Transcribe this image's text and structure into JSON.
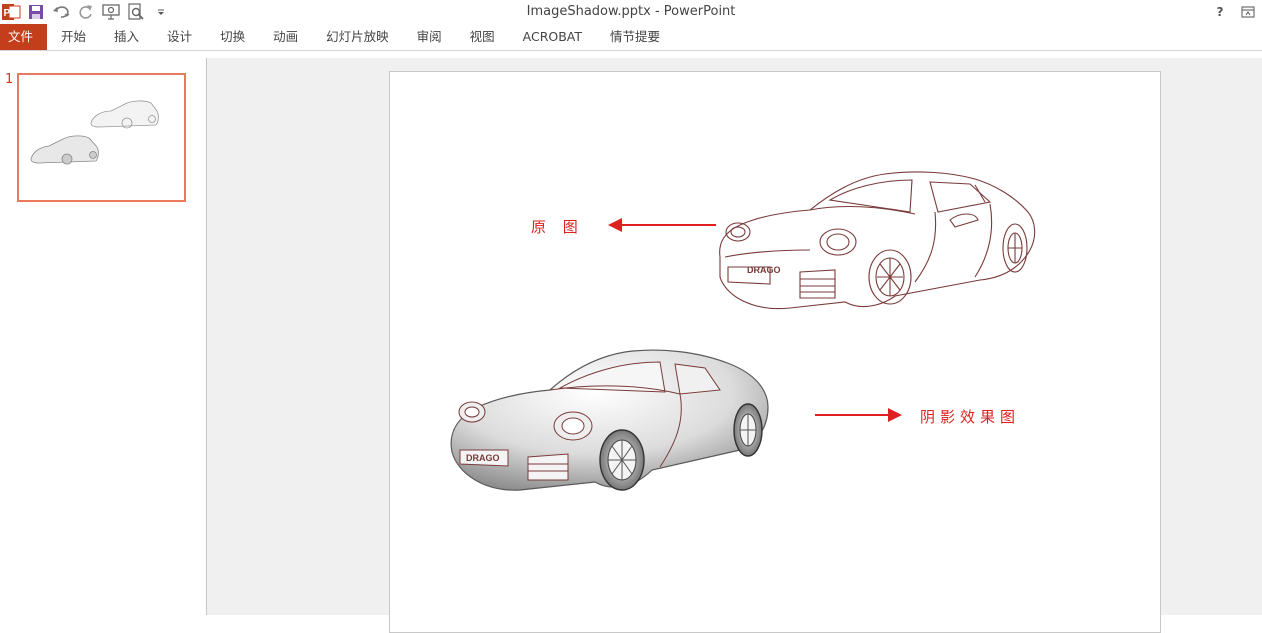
{
  "window": {
    "title": "ImageShadow.pptx - PowerPoint",
    "help": "?"
  },
  "ribbon": {
    "tabs": [
      {
        "label": "文件"
      },
      {
        "label": "开始"
      },
      {
        "label": "插入"
      },
      {
        "label": "设计"
      },
      {
        "label": "切换"
      },
      {
        "label": "动画"
      },
      {
        "label": "幻灯片放映"
      },
      {
        "label": "审阅"
      },
      {
        "label": "视图"
      },
      {
        "label": "ACROBAT"
      },
      {
        "label": "情节提要"
      }
    ]
  },
  "thumbnails": {
    "slide_number": "1"
  },
  "slide": {
    "label_original": "原 图",
    "label_shadow": "阴影效果图",
    "badge_text": "DRAGO",
    "arrow_color": "#e02020",
    "car_line_color": "#7a3a3a"
  },
  "colors": {
    "file_tab": "#c43e1c",
    "thumb_border": "#e97b5c",
    "accent_text": "#e02020"
  }
}
